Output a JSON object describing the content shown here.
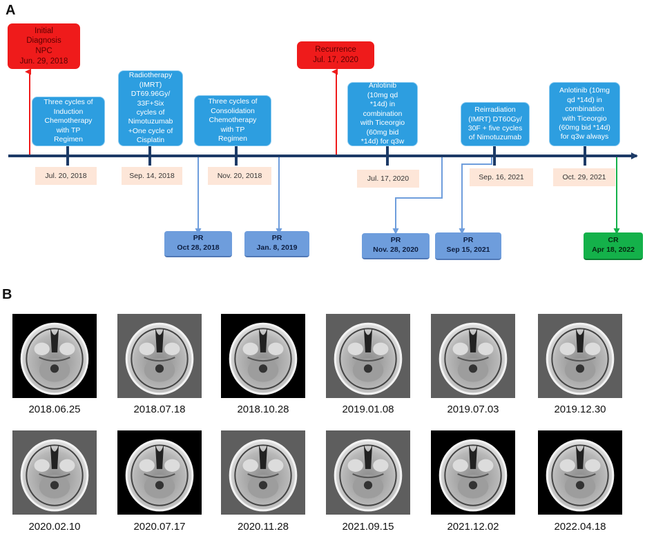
{
  "panel_a_label": "A",
  "panel_b_label": "B",
  "colors": {
    "timeline": "#1c3a66",
    "red": "#ef1b1b",
    "blue": "#2d9ee0",
    "pr": "#6e9ddc",
    "cr": "#14b14a",
    "date_bg": "#fde6d8"
  },
  "events": {
    "diagnosis": "Initial\nDiagnosis\nNPC\nJun. 29, 2018",
    "recurrence": "Recurrence\nJul. 17, 2020"
  },
  "treatments": {
    "induction": "Three cycles of\nInduction\nChemotherapy\nwith TP\nRegimen",
    "radiotherapy": "Radiotherapy\n(IMRT)\nDT69.96Gy/\n33F+Six\ncycles of\nNimotuzumab\n+One cycle of\nCisplatin",
    "consolidation": "Three cycles of\nConsolidation\nChemotherapy\nwith TP\nRegimen",
    "anlotinib1": "Anlotinib\n(10mg qd\n*14d) in\ncombination\nwith Ticeorgio\n(60mg bid\n*14d) for q3w",
    "reirradiation": "Reirradiation\n(IMRT) DT60Gy/\n30F + five cycles\nof Nimotuzumab",
    "anlotinib2": "Anlotinib (10mg\nqd *14d) in\ncombination\nwith Ticeorgio\n(60mg bid *14d)\nfor q3w  always"
  },
  "dates": {
    "d1": "Jul. 20, 2018",
    "d2": "Sep. 14, 2018",
    "d3": "Nov. 20, 2018",
    "d4": "Jul. 17, 2020",
    "d5": "Sep. 16, 2021",
    "d6": "Oct. 29, 2021"
  },
  "responses": {
    "r1": {
      "status": "PR",
      "date": "Oct 28, 2018"
    },
    "r2": {
      "status": "PR",
      "date": "Jan. 8, 2019"
    },
    "r3": {
      "status": "PR",
      "date": "Nov. 28, 2020"
    },
    "r4": {
      "status": "PR",
      "date": "Sep 15, 2021"
    },
    "r5": {
      "status": "CR",
      "date": "Apr 18, 2022"
    }
  },
  "scans": [
    "2018.06.25",
    "2018.07.18",
    "2018.10.28",
    "2019.01.08",
    "2019.07.03",
    "2019.12.30",
    "2020.02.10",
    "2020.07.17",
    "2020.11.28",
    "2021.09.15",
    "2021.12.02",
    "2022.04.18"
  ]
}
